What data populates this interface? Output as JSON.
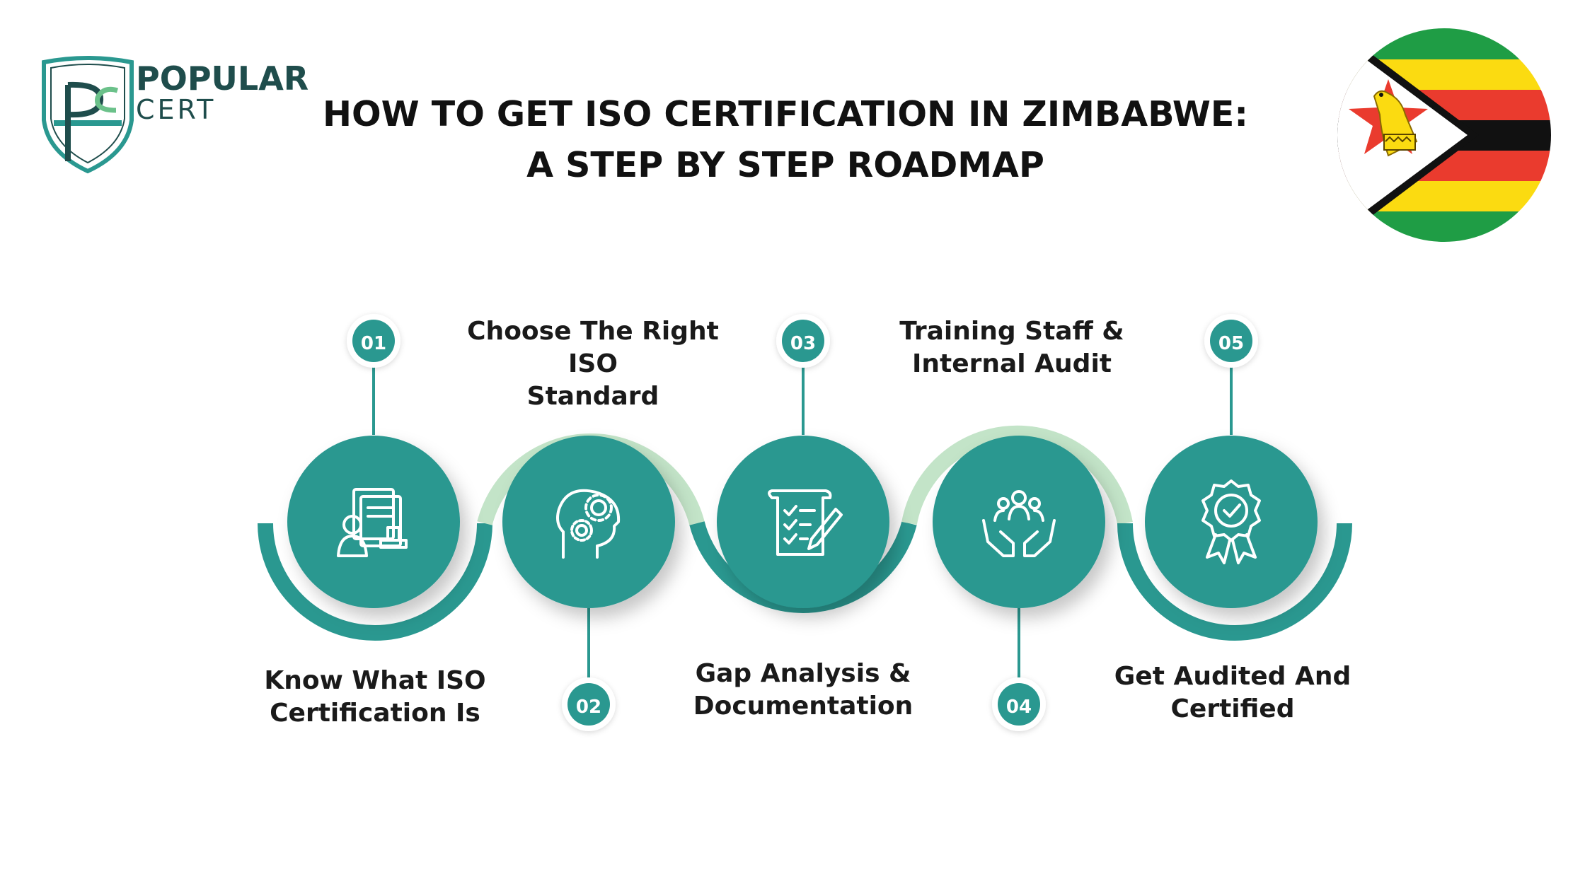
{
  "brand": {
    "line1": "POPULAR",
    "line2": "CERT"
  },
  "title": {
    "line1": "HOW TO GET ISO CERTIFICATION IN ZIMBABWE:",
    "line2": "A STEP BY STEP ROADMAP"
  },
  "colors": {
    "teal": "#2a9890",
    "teal_dark": "#1f7f78",
    "arc_light": "#c3e4c8",
    "flag_green": "#1f9d45",
    "flag_yellow": "#fbdb11",
    "flag_red": "#ea3b2e",
    "flag_black": "#111111"
  },
  "steps": [
    {
      "number": "01",
      "label_l1": "Know What ISO",
      "label_l2": "Certification Is",
      "icon": "documents-person-icon"
    },
    {
      "number": "02",
      "label_l1": "Choose The Right ISO",
      "label_l2": "Standard",
      "icon": "head-gears-icon"
    },
    {
      "number": "03",
      "label_l1": "Gap Analysis &",
      "label_l2": "Documentation",
      "icon": "checklist-pen-icon"
    },
    {
      "number": "04",
      "label_l1": "Training Staff &",
      "label_l2": "Internal Audit",
      "icon": "hands-team-icon"
    },
    {
      "number": "05",
      "label_l1": "Get Audited And",
      "label_l2": "Certified",
      "icon": "award-badge-icon"
    }
  ]
}
